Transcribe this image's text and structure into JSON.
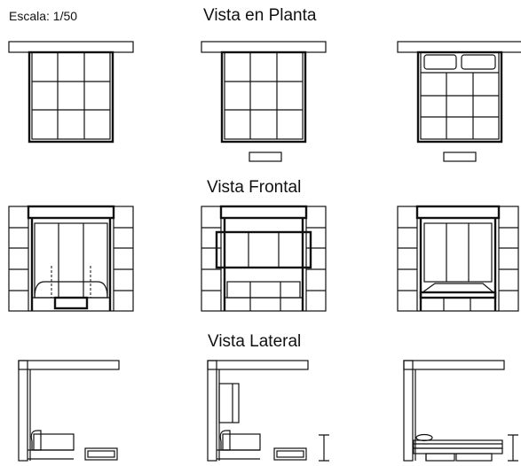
{
  "scale_label": "Escala: 1/50",
  "views": {
    "plan": {
      "title": "Vista en Planta"
    },
    "front": {
      "title": "Vista Frontal"
    },
    "side": {
      "title": "Vista Lateral"
    }
  }
}
